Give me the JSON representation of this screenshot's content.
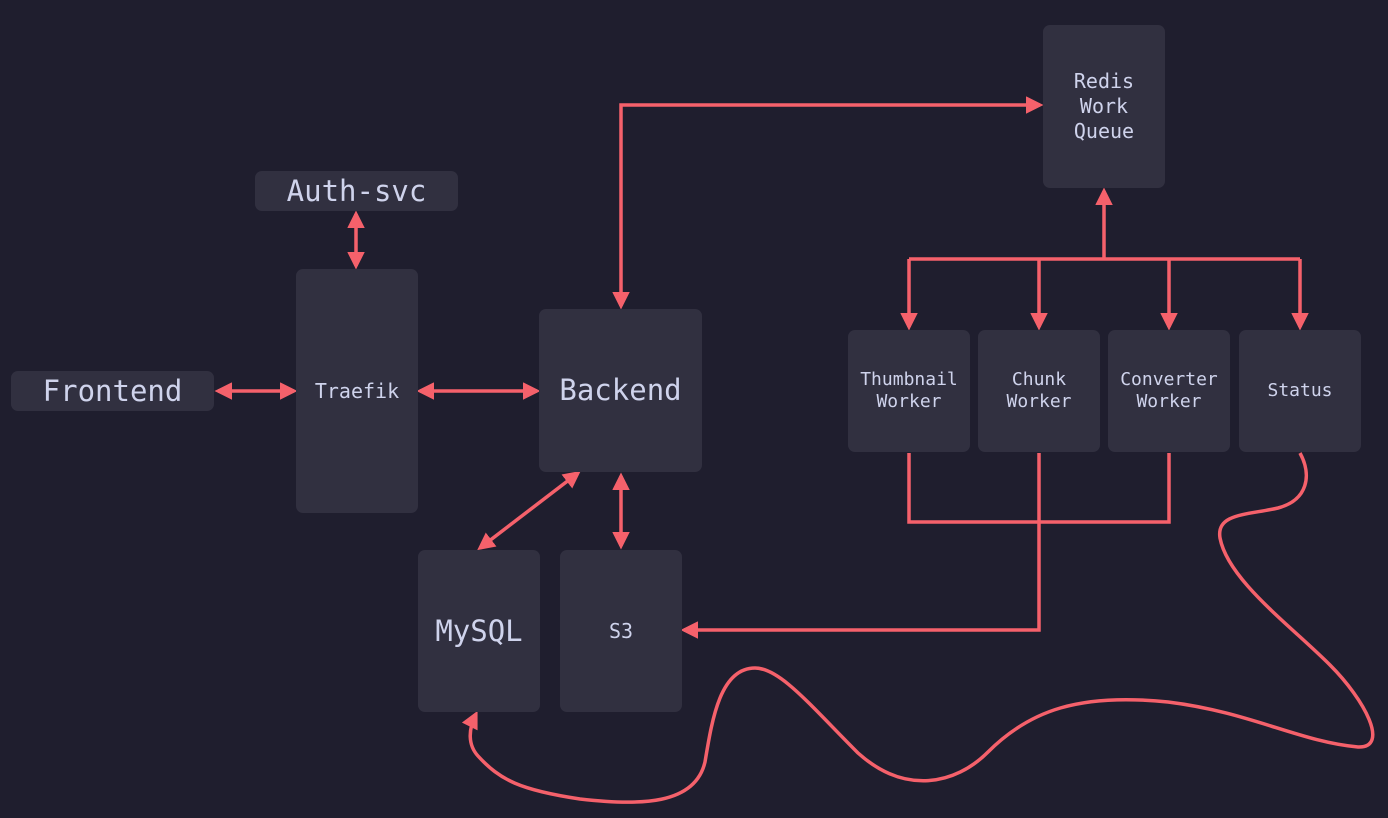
{
  "diagram": {
    "colors": {
      "background": "#1f1e2e",
      "node_fill": "#313040",
      "text": "#cfd3ec",
      "connector": "#f5616b"
    },
    "nodes": {
      "frontend": "Frontend",
      "auth_svc": "Auth-svc",
      "traefik": "Traefik",
      "backend": "Backend",
      "mysql": "MySQL",
      "s3": "S3",
      "redis": "Redis\nWork\nQueue",
      "thumbnail_worker": "Thumbnail\nWorker",
      "chunk_worker": "Chunk\nWorker",
      "converter_worker": "Converter\nWorker",
      "status": "Status"
    },
    "edges": [
      {
        "from": "frontend",
        "to": "traefik",
        "direction": "both"
      },
      {
        "from": "traefik",
        "to": "auth_svc",
        "direction": "both"
      },
      {
        "from": "traefik",
        "to": "backend",
        "direction": "both"
      },
      {
        "from": "backend",
        "to": "redis",
        "direction": "both"
      },
      {
        "from": "backend",
        "to": "mysql",
        "direction": "both"
      },
      {
        "from": "backend",
        "to": "s3",
        "direction": "both"
      },
      {
        "from": "workers",
        "to": "redis",
        "direction": "forward"
      },
      {
        "from": "redis",
        "to": "thumbnail_worker",
        "direction": "forward"
      },
      {
        "from": "redis",
        "to": "chunk_worker",
        "direction": "forward"
      },
      {
        "from": "redis",
        "to": "converter_worker",
        "direction": "forward"
      },
      {
        "from": "redis",
        "to": "status",
        "direction": "forward"
      },
      {
        "from": "workers",
        "to": "s3",
        "direction": "forward"
      },
      {
        "from": "status",
        "to": "mysql",
        "direction": "forward"
      }
    ]
  }
}
